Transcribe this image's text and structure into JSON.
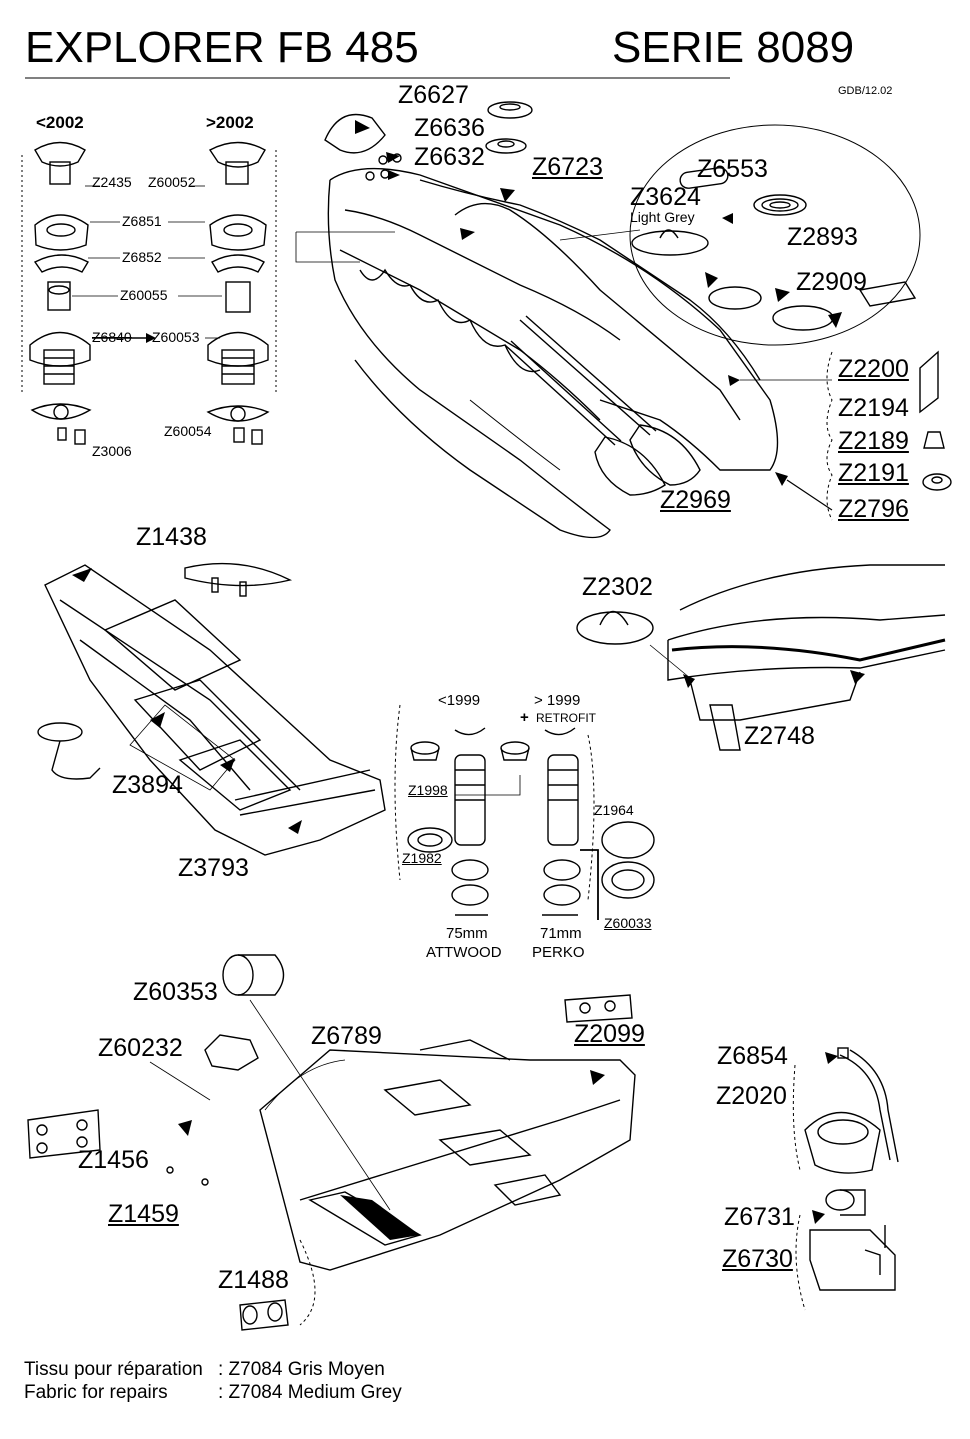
{
  "header": {
    "title_left": "EXPLORER FB 485",
    "title_right": "SERIE 8089",
    "code": "GDB/12.02"
  },
  "valve_columns": {
    "before_label": "<2002",
    "after_label": ">2002",
    "parts": {
      "z2435": "Z2435",
      "z60052": "Z60052",
      "z6851": "Z6851",
      "z6852": "Z6852",
      "z60055": "Z60055",
      "z6840": "Z6840",
      "z60053": "Z60053",
      "z3006": "Z3006",
      "z60054": "Z60054"
    }
  },
  "boat_parts": {
    "z6627": "Z6627",
    "z6636": "Z6636",
    "z6632": "Z6632",
    "z6723": "Z6723",
    "z6553": "Z6553",
    "z3624": "Z3624",
    "light_grey": "Light Grey",
    "z2893": "Z2893",
    "z2909": "Z2909",
    "z2200": "Z2200",
    "z2194": "Z2194",
    "z2189": "Z2189",
    "z2191": "Z2191",
    "z2969": "Z2969",
    "z2796": "Z2796"
  },
  "floor_parts": {
    "z1438": "Z1438",
    "z3894": "Z3894",
    "z3793": "Z3793"
  },
  "transom_parts": {
    "z2302": "Z2302",
    "z2748": "Z2748"
  },
  "drain": {
    "before_label": "<1999",
    "after_label": "> 1999",
    "retrofit_label": "RETROFIT",
    "z1998": "Z1998",
    "z1982": "Z1982",
    "z1964": "Z1964",
    "z60033": "Z60033",
    "size_left": "75mm",
    "brand_left": "ATTWOOD",
    "size_right": "71mm",
    "brand_right": "PERKO"
  },
  "bottom_parts": {
    "z60353": "Z60353",
    "z60232": "Z60232",
    "z6789": "Z6789",
    "z2099": "Z2099",
    "z1456": "Z1456",
    "z1459": "Z1459",
    "z1488": "Z1488",
    "z6854": "Z6854",
    "z2020": "Z2020",
    "z6731": "Z6731",
    "z6730": "Z6730"
  },
  "footer": {
    "line1_label": "Tissu pour réparation",
    "line1_value": ": Z7084 Gris Moyen",
    "line2_label": "Fabric for repairs",
    "line2_value": ": Z7084 Medium Grey"
  }
}
